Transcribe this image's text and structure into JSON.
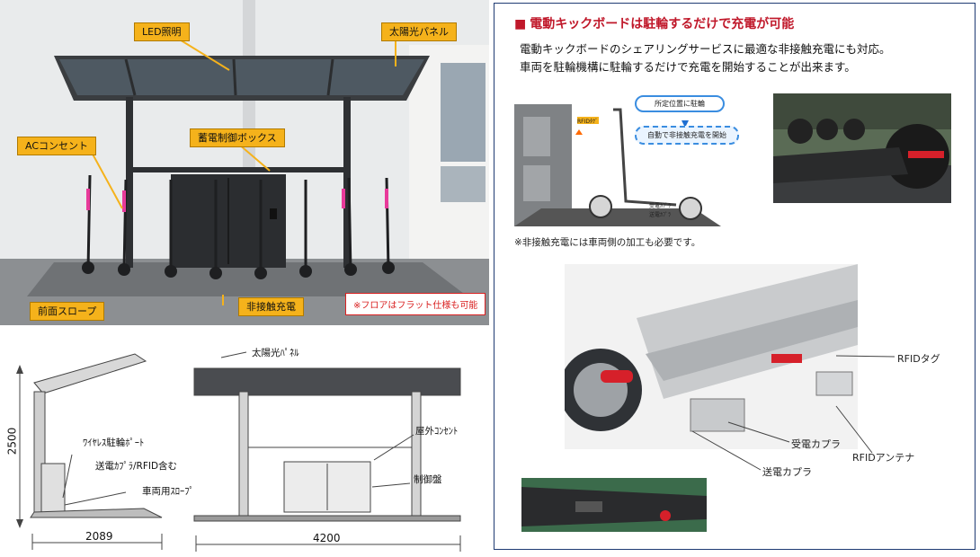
{
  "photo": {
    "callouts": {
      "led": "LED照明",
      "solar": "太陽光パネル",
      "ac": "ACコンセント",
      "box": "蓄電制御ボックス",
      "slope": "前面スロープ",
      "noncontact": "非接触充電"
    },
    "note": "※フロアはフラット仕様も可能"
  },
  "drawing": {
    "side": {
      "height_dim": "2500",
      "width_dim": "2089",
      "label_wireless": "ﾜｲﾔﾚｽ駐輪ﾎﾟｰﾄ",
      "label_coupler": "送電ｶﾌﾟﾗ/RFID含む",
      "label_slope": "車両用ｽﾛｰﾌﾟ"
    },
    "front": {
      "label_solar": "太陽光ﾊﾟﾈﾙ",
      "label_outlet": "屋外ｺﾝｾﾝﾄ",
      "label_panel": "制御盤",
      "width_dim": "4200"
    }
  },
  "right": {
    "title": "電動キックボードは駐輪するだけで充電が可能",
    "title_marker": "■",
    "desc1": "電動キックボードのシェアリングサービスに最適な非接触充電にも対応。",
    "desc2": "車両を駐輪機構に駐輪するだけで充電を開始することが出来ます。",
    "flow1": "所定位置に駐輪",
    "flow2": "自動で非接触充電を開始",
    "tiny1": "RFIDﾀｸﾞ",
    "tiny2": "受電ｶﾌﾟﾗ",
    "tiny3": "送電ｶﾌﾟﾗ",
    "note": "※非接触充電には車両側の加工も必要です。",
    "labels": {
      "rfid_tag": "RFIDタグ",
      "receiver": "受電カプラ",
      "rfid_antenna": "RFIDアンテナ",
      "transmitter": "送電カプラ"
    }
  }
}
